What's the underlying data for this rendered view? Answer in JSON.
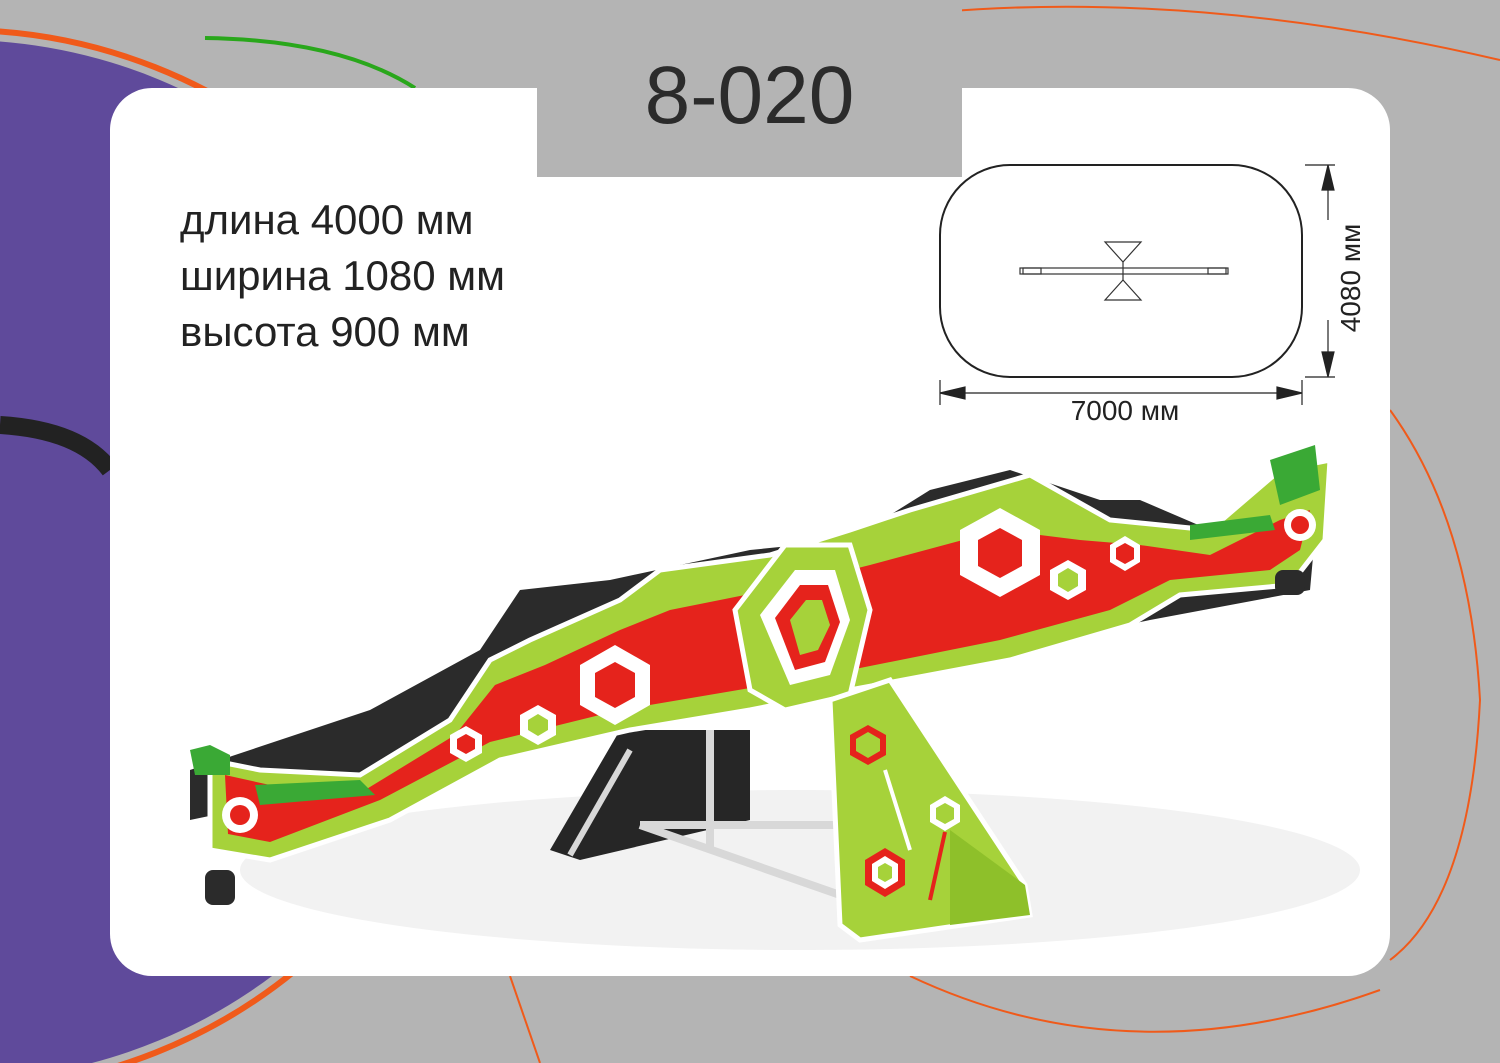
{
  "product": {
    "code": "8-020"
  },
  "specs": {
    "length": "длина 4000 мм",
    "width": "ширина 1080 мм",
    "height": "высота 900 мм"
  },
  "plan": {
    "width_label": "7000 мм",
    "height_label": "4080 мм"
  },
  "colors": {
    "background_gray": "#b4b4b4",
    "purple": "#5f4a9b",
    "orange": "#f05a1a",
    "green_line": "#29a71b",
    "lime": "#a6d23a",
    "red": "#e5231c",
    "seat_green": "#3aa935",
    "dark": "#2b2b2b"
  }
}
